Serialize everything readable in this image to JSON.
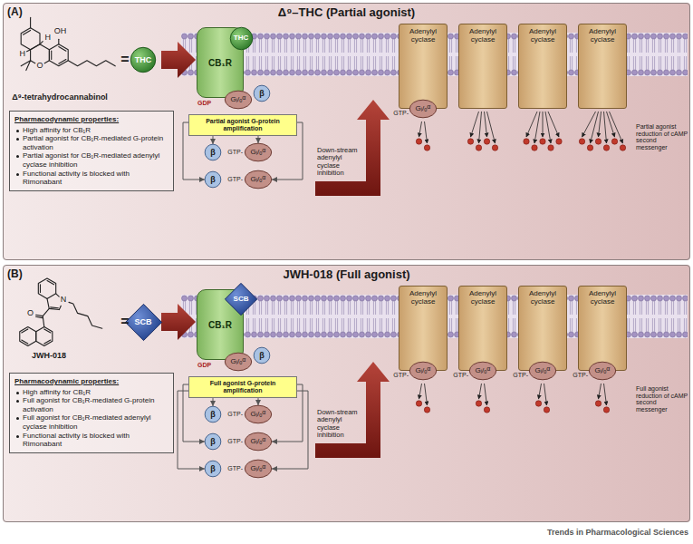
{
  "diagram": {
    "nodes": [
      {
        "text": [
          "(A)",
          "Δ⁹–THC (Partial agonist)"
        ]
      },
      {
        "text": [
          "THC"
        ],
        "in": 0
      },
      {
        "text": [
          "Pharmacodynamic properties:",
          "High affinity for CB₁R",
          "Partial agonist for CB₁R-mediated G-protein activation",
          "Partial agonist for CB₁R-mediated adenylyl cyclase inhibition",
          "Functional activity is blocked with Rimonabant"
        ],
        "in": 0
      },
      {
        "text": [
          "CB₁R"
        ],
        "in": 0
      },
      {
        "text": [
          "THC"
        ],
        "in": 0
      },
      {
        "text": [
          "α",
          "Gᵢ/ₒ"
        ],
        "in": 0
      },
      {
        "text": [
          "β"
        ],
        "in": 0
      },
      {
        "text": [
          "Partial agonist G-protein amplification"
        ],
        "in": 0
      },
      {
        "text": [
          "β"
        ],
        "in": 0
      },
      {
        "text": [
          "α",
          "Gᵢ/ₒ"
        ],
        "in": 0
      },
      {
        "text": [
          "β"
        ],
        "in": 0
      },
      {
        "text": [
          "α",
          "Gᵢ/ₒ"
        ],
        "in": 0
      },
      {
        "text": [
          "Adenylyl cyclase"
        ],
        "in": 0
      },
      {
        "text": [
          "Adenylyl cyclase"
        ],
        "in": 0
      },
      {
        "text": [
          "Adenylyl cyclase"
        ],
        "in": 0
      },
      {
        "text": [
          "Adenylyl cyclase"
        ],
        "in": 0
      },
      {
        "text": [
          "α",
          "Gᵢ/ₒ"
        ],
        "in": 0
      },
      {
        "text": [
          "(B)",
          "JWH-018 (Full agonist)"
        ]
      },
      {
        "text": [
          "SCB"
        ],
        "in": 17
      },
      {
        "text": [
          "Pharmacodynamic properties:",
          "High affinity for CB₁R",
          "Full agonist for CB₁R-mediated G-protein activation",
          "Full agonist for CB₁R-mediated adenylyl cyclase inhibition",
          "Functional activity is blocked with Rimonabant"
        ],
        "in": 17
      },
      {
        "text": [
          "CB₁R"
        ],
        "in": 17
      },
      {
        "text": [
          "SCB"
        ],
        "in": 17
      },
      {
        "text": [
          "α",
          "Gᵢ/ₒ"
        ],
        "in": 17
      },
      {
        "text": [
          "β"
        ],
        "in": 17
      },
      {
        "text": [
          "Full agonist G-protein amplification"
        ],
        "in": 17
      },
      {
        "text": [
          "β"
        ],
        "in": 17
      },
      {
        "text": [
          "α",
          "Gᵢ/ₒ"
        ],
        "in": 17
      },
      {
        "text": [
          "β"
        ],
        "in": 17
      },
      {
        "text": [
          "α",
          "Gᵢ/ₒ"
        ],
        "in": 17
      },
      {
        "text": [
          "β"
        ],
        "in": 17
      },
      {
        "text": [
          "α",
          "Gᵢ/ₒ"
        ],
        "in": 17
      },
      {
        "text": [
          "Adenylyl cyclase"
        ],
        "in": 17
      },
      {
        "text": [
          "Adenylyl cyclase"
        ],
        "in": 17
      },
      {
        "text": [
          "Adenylyl cyclase"
        ],
        "in": 17
      },
      {
        "text": [
          "Adenylyl cyclase"
        ],
        "in": 17
      },
      {
        "text": [
          "α",
          "Gᵢ/ₒ"
        ],
        "in": 17
      },
      {
        "text": [
          "α",
          "Gᵢ/ₒ"
        ],
        "in": 17
      },
      {
        "text": [
          "α",
          "Gᵢ/ₒ"
        ],
        "in": 17
      },
      {
        "text": [
          "α",
          "Gᵢ/ₒ"
        ],
        "in": 17
      }
    ],
    "edges": [
      {
        "from": 7,
        "to": 8,
        "arrow": "to"
      },
      {
        "from": 7,
        "to": 9,
        "arrow": "to"
      },
      {
        "from": 7,
        "to": 10,
        "arrow": "to"
      },
      {
        "from": 7,
        "to": 11,
        "arrow": "to"
      },
      {
        "from": 24,
        "to": 25,
        "arrow": "to"
      },
      {
        "from": 24,
        "to": 26,
        "arrow": "to"
      },
      {
        "from": 24,
        "to": 27,
        "arrow": "to"
      },
      {
        "from": 24,
        "to": 28,
        "arrow": "to"
      },
      {
        "from": 24,
        "to": 29,
        "arrow": "to"
      },
      {
        "from": 24,
        "to": 30,
        "arrow": "to"
      }
    ],
    "labels": [
      "OH",
      "H",
      "H",
      "O",
      "Δ⁹-tetrahydrocannabinol",
      "=",
      "GDP",
      "GTP-",
      "GTP-",
      "GTP-",
      "Down-stream adenylyl cyclase inhibition",
      "Partial agonist reduction of cAMP second messenger",
      "O",
      "N",
      "JWH-018",
      "=",
      "GDP",
      "GTP-",
      "GTP-",
      "GTP-",
      "GTP-",
      "GTP-",
      "GTP-",
      "GTP-",
      "Down-stream adenylyl cyclase inhibition",
      "Full agonist reduction of cAMP second messenger",
      "Trends in Pharmacological Sciences"
    ]
  }
}
